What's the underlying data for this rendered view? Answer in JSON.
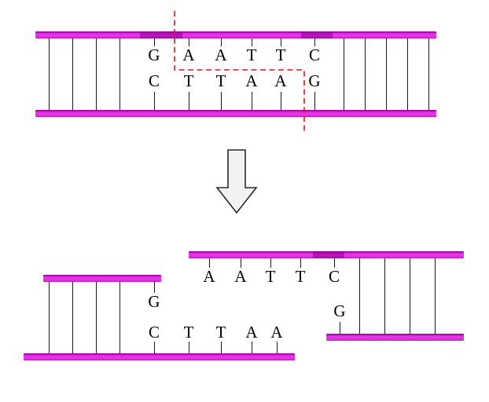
{
  "colors": {
    "backbone_light": "#e832e8",
    "backbone_mid": "#c018c0",
    "backbone_dark": "#8b008b",
    "rung": "#1a1a1a",
    "letter": "#000000",
    "cut_line": "#e81212",
    "arrow_fill": "#f2f2f2",
    "arrow_stroke": "#2a2a2a"
  },
  "uncut": {
    "top_strand": [
      "G",
      "A",
      "A",
      "T",
      "T",
      "C"
    ],
    "bottom_strand": [
      "C",
      "T",
      "T",
      "A",
      "A",
      "G"
    ]
  },
  "cut_left": {
    "top_strand": [
      "G"
    ],
    "bottom_strand": [
      "C",
      "T",
      "T",
      "A",
      "A"
    ]
  },
  "cut_right": {
    "top_strand": [
      "A",
      "A",
      "T",
      "T",
      "C"
    ],
    "bottom_strand": [
      "G"
    ]
  },
  "arrow": {
    "direction": "down"
  }
}
